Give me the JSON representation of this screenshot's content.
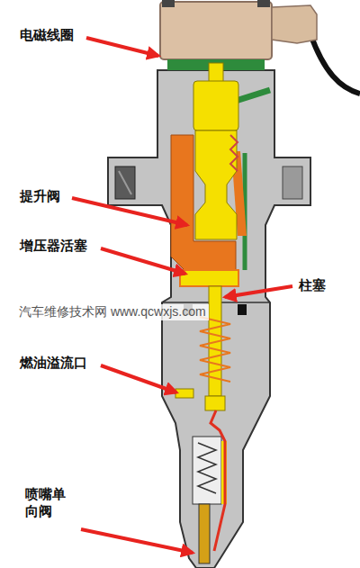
{
  "diagram": {
    "labels": [
      "电磁线圈",
      "提升阀",
      "增压器活塞",
      "汽车维修技术网 www.qcwxjs.com",
      "柱塞",
      "燃油溢流口",
      "喷嘴单 向阀"
    ]
  }
}
